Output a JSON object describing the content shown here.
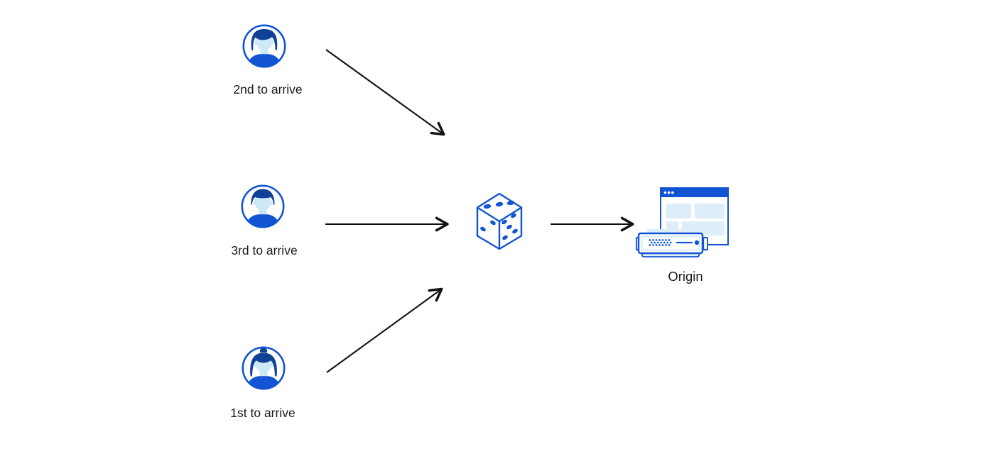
{
  "page": {
    "background": "#ffffff"
  },
  "diagram": {
    "colors": {
      "primary_blue": "#1254d4",
      "dark_blue": "#0f4194",
      "light_blue": "#cde8f7",
      "panel_blue": "#ddeef9",
      "arrow_color": "#111111",
      "text_color": "#1a1a1a"
    },
    "clients": [
      {
        "label": "2nd to arrive",
        "icon": "male-user-avatar"
      },
      {
        "label": "3rd to arrive",
        "icon": "male-user-avatar"
      },
      {
        "label": "1st to arrive",
        "icon": "female-user-avatar"
      }
    ],
    "center": {
      "icon": "dice"
    },
    "origin": {
      "label": "Origin",
      "icon": "origin-server-with-browser"
    }
  }
}
